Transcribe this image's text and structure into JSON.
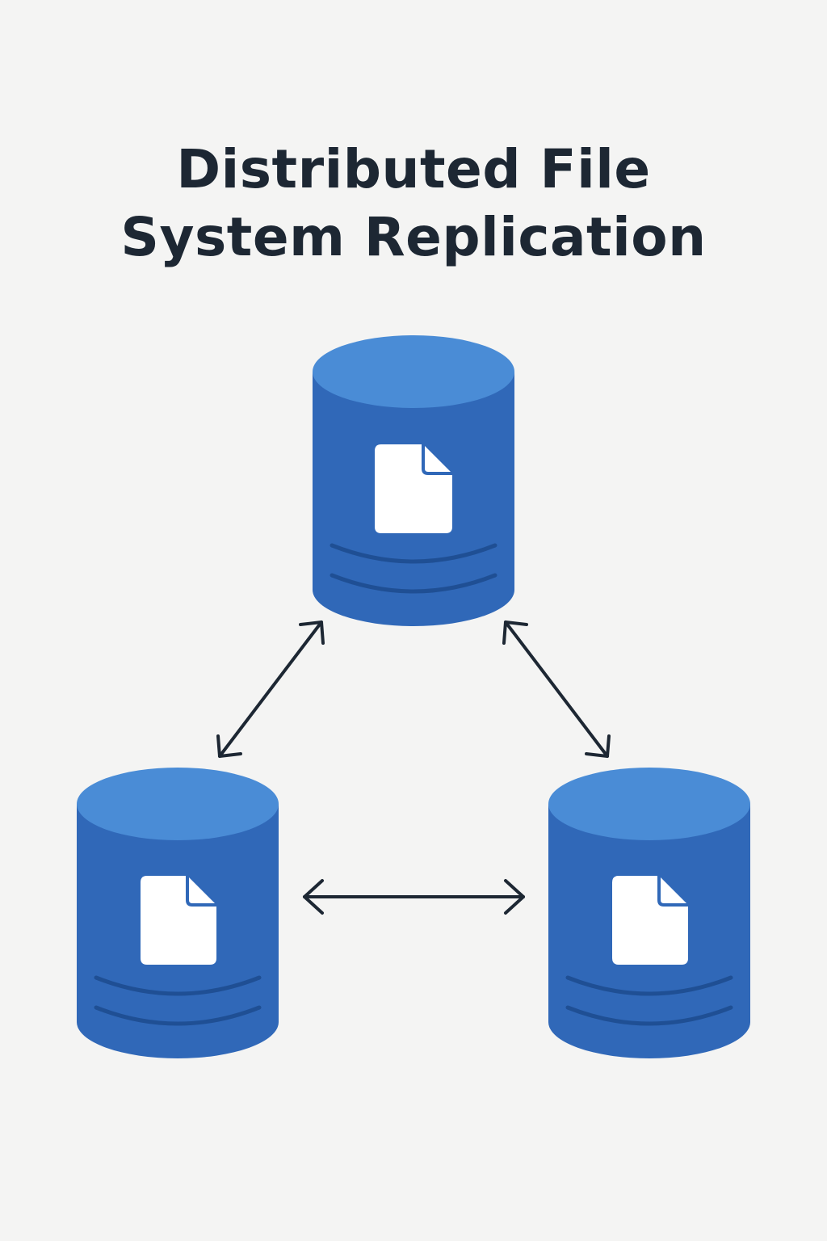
{
  "title": {
    "line1": "Distributed File",
    "line2": "System Replication"
  },
  "colors": {
    "background": "#f4f4f3",
    "cylinder_body": "#3068b8",
    "cylinder_top": "#4a8cd6",
    "cylinder_line": "#1f4f94",
    "document": "#ffffff",
    "arrow": "#1d2733",
    "title_text": "#1d2733"
  },
  "nodes": [
    {
      "id": "top-node",
      "icon": "file-icon"
    },
    {
      "id": "left-node",
      "icon": "file-icon"
    },
    {
      "id": "right-node",
      "icon": "file-icon"
    }
  ],
  "connections": [
    {
      "from": "top-node",
      "to": "left-node",
      "type": "bidirectional"
    },
    {
      "from": "top-node",
      "to": "right-node",
      "type": "bidirectional"
    },
    {
      "from": "left-node",
      "to": "right-node",
      "type": "bidirectional"
    }
  ]
}
